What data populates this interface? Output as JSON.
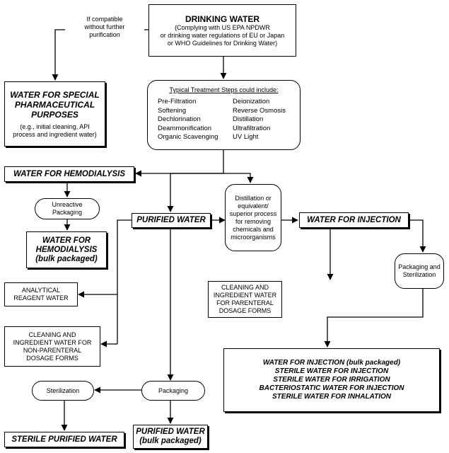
{
  "drinking_water": {
    "title": "DRINKING WATER",
    "lines": [
      "(Complying with US EPA NPDWR",
      "or drinking water regulations of EU or Japan",
      "or WHO Guidelines for Drinking Water)"
    ]
  },
  "compatible_note": [
    "If compatible",
    "without further",
    "purification"
  ],
  "treatment": {
    "heading": "Typical Treatment Steps could include:",
    "left": [
      "Pre-Filtration",
      "Softening",
      "Dechlorination",
      "Deammonification",
      "Organic Scavenging"
    ],
    "right": [
      "Deionization",
      "Reverse Osmosis",
      "Distillation",
      "Ultrafiltration",
      "UV Light"
    ]
  },
  "special_pharma": {
    "title": [
      "WATER FOR SPECIAL",
      "PHARMACEUTICAL",
      "PURPOSES"
    ],
    "note": [
      "(e.g., initial cleaning, API",
      "process and ingredient water)"
    ]
  },
  "hemodialysis": "WATER FOR HEMODIALYSIS",
  "unreactive_packaging": [
    "Unreactive",
    "Packaging"
  ],
  "hemodialysis_bulk": [
    "WATER FOR",
    "HEMODIALYSIS",
    "(bulk packaged)"
  ],
  "purified_water": "PURIFIED WATER",
  "distillation": [
    "Distillation or",
    "equivalent/",
    "superior process",
    "for removing",
    "chemicals and",
    "microorganisms"
  ],
  "wfi": "WATER FOR INJECTION",
  "packaging_sterilization": [
    "Packaging and",
    "Sterilization"
  ],
  "analytical": [
    "ANALYTICAL",
    "REAGENT WATER"
  ],
  "cleaning_parenteral": [
    "CLEANING AND",
    "INGREDIENT WATER",
    "FOR PARENTERAL",
    "DOSAGE FORMS"
  ],
  "cleaning_nonparenteral": [
    "CLEANING AND",
    "INGREDIENT WATER FOR",
    "NON-PARENTERAL",
    "DOSAGE FORMS"
  ],
  "wfi_products": [
    "WATER FOR INJECTION (bulk packaged)",
    "STERILE WATER FOR INJECTION",
    "STERILE WATER FOR IRRIGATION",
    "BACTERIOSTATIC WATER FOR INJECTION",
    "STERILE WATER FOR INHALATION"
  ],
  "sterilization": "Sterilization",
  "packaging": "Packaging",
  "sterile_purified": "STERILE PURIFIED WATER",
  "purified_bulk": [
    "PURIFIED WATER",
    "(bulk packaged)"
  ]
}
